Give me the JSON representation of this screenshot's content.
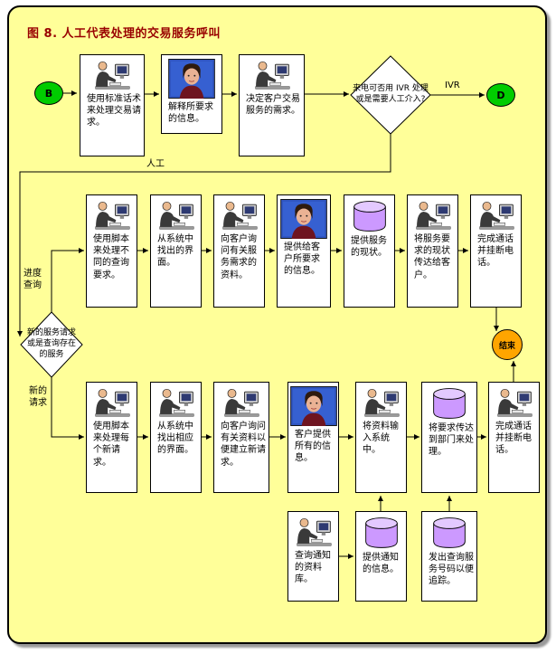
{
  "figure": {
    "title": "图 8. 人工代表处理的交易服务呼叫",
    "background_color": "#FFFF99",
    "title_color": "#990000"
  },
  "terminators": {
    "start": {
      "label": "B",
      "color": "#00CC00"
    },
    "ivr_exit": {
      "label": "D",
      "color": "#00CC00"
    },
    "end": {
      "label": "结束",
      "color": "#FFA500"
    }
  },
  "edge_labels": {
    "ivr": "IVR",
    "manual": "人工",
    "progress_query": "进度查询",
    "new_request": "新的请求"
  },
  "decisions": {
    "call_routing": {
      "label": "来电可否用 IVR 处理或是需要人工介入?"
    },
    "request_type": {
      "label": "新的服务请求或是查询存在的服务"
    }
  },
  "flows": {
    "intake": {
      "steps": [
        {
          "icon": "agent-at-computer",
          "label": "使用标准话术来处理交易请求。"
        },
        {
          "icon": "customer-photo",
          "label": "解释所要求的信息。"
        },
        {
          "icon": "agent-at-computer",
          "label": "决定客户交易服务的需求。"
        }
      ]
    },
    "progress_query": {
      "steps": [
        {
          "icon": "agent-at-computer",
          "label": "使用脚本来处理不同的查询要求。"
        },
        {
          "icon": "agent-at-computer",
          "label": "从系统中找出的界面。"
        },
        {
          "icon": "agent-at-computer",
          "label": "向客户询问有关服务需求的资料。"
        },
        {
          "icon": "customer-photo",
          "label": "提供给客户所要求的信息。"
        },
        {
          "icon": "database-cylinder",
          "label": "提供服务的现状。"
        },
        {
          "icon": "agent-at-computer",
          "label": "将服务要求的现状传达给客户。"
        },
        {
          "icon": "agent-at-computer",
          "label": "完成通话并挂断电话。"
        }
      ]
    },
    "new_request": {
      "steps": [
        {
          "icon": "agent-at-computer",
          "label": "使用脚本来处理每个新请求。"
        },
        {
          "icon": "agent-at-computer",
          "label": "从系统中找出相应的界面。"
        },
        {
          "icon": "agent-at-computer",
          "label": "向客户询问有关资料以便建立新请求。"
        },
        {
          "icon": "customer-photo",
          "label": "客户提供所有的信息。"
        },
        {
          "icon": "agent-at-computer",
          "label": "将资料输入系统中。"
        },
        {
          "icon": "database-cylinder",
          "label": "将要求传达到部门来处理。"
        },
        {
          "icon": "agent-at-computer",
          "label": "完成通话并挂断电话。"
        }
      ]
    },
    "notification": {
      "steps": [
        {
          "icon": "agent-at-computer",
          "label": "查询通知的资料库。"
        },
        {
          "icon": "database-cylinder",
          "label": "提供通知的信息。"
        },
        {
          "icon": "database-cylinder",
          "label": "发出查询服务号码以便追踪。"
        }
      ]
    }
  }
}
